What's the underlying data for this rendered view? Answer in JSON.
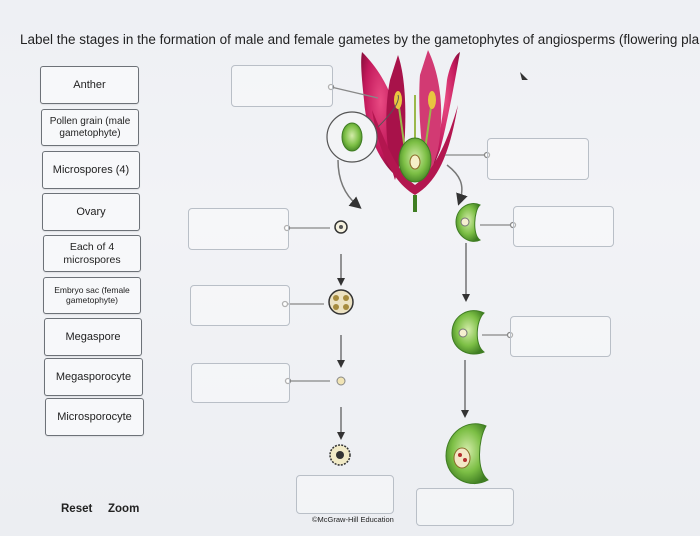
{
  "prompt": "Label the stages in the formation of male and female gametes by the gametophytes of angiosperms (flowering plants).",
  "labels": [
    "Anther",
    "Pollen grain (male gametophyte)",
    "Microspores (4)",
    "Ovary",
    "Each of 4 microspores",
    "Embryo sac (female gametophyte)",
    "Megaspore",
    "Megasporocyte",
    "Microsporocyte"
  ],
  "controls": {
    "reset": "Reset",
    "zoom": "Zoom"
  },
  "copyright": "©McGraw-Hill Education",
  "colors": {
    "petal": "#c2185b",
    "petal_dark": "#8e0f3e",
    "green": "#5a9a2e",
    "box_border": "#b9bfc7"
  }
}
